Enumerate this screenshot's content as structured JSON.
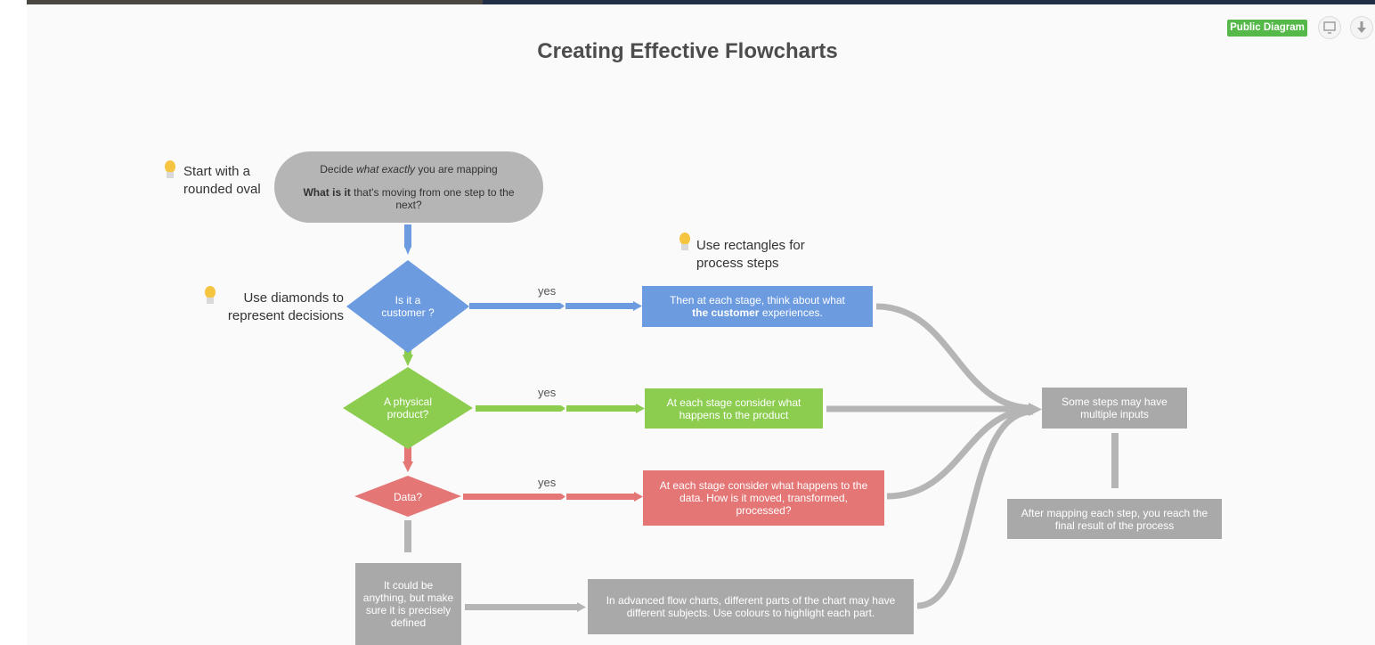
{
  "title": "Creating Effective Flowcharts",
  "toolbar": {
    "badge": "Public Diagram",
    "present_icon": "presentation-icon",
    "download_icon": "download-icon"
  },
  "colors": {
    "grey": "#b5b5b5",
    "grey_dark": "#a9a9a9",
    "blue": "#6c9be0",
    "green": "#8ccd4f",
    "red": "#e57676",
    "badge": "#54b948",
    "bulb": "#f5c542"
  },
  "notes": {
    "start": "Start with a rounded oval",
    "diamonds": "Use diamonds to represent decisions",
    "rectangles": "Use rectangles for process steps"
  },
  "nodes": {
    "start_line1_pre": "Decide ",
    "start_line1_em": "what exactly",
    "start_line1_post": " you are mapping",
    "start_line2_bold": "What is it",
    "start_line2_rest": " that's moving from one step to the next?",
    "customer_decision": "Is it a customer ?",
    "product_decision": "A physical product?",
    "data_decision": "Data?",
    "customer_step_pre": "Then at each stage, think about what",
    "customer_step_bold": "the customer",
    "customer_step_post": " experiences.",
    "product_step": "At each stage consider what happens to the product",
    "data_step": "At each stage consider what happens to the data. How is it moved, transformed, processed?",
    "anything": "It could be anything, but make sure it is precisely defined",
    "advanced": "In advanced flow charts, different parts of the chart may have different subjects. Use colours to highlight each part.",
    "multiple_inputs": "Some steps may have multiple inputs",
    "final": "After mapping each step, you reach the final result of the process"
  },
  "edges": {
    "yes_customer": "yes",
    "yes_product": "yes",
    "yes_data": "yes"
  }
}
